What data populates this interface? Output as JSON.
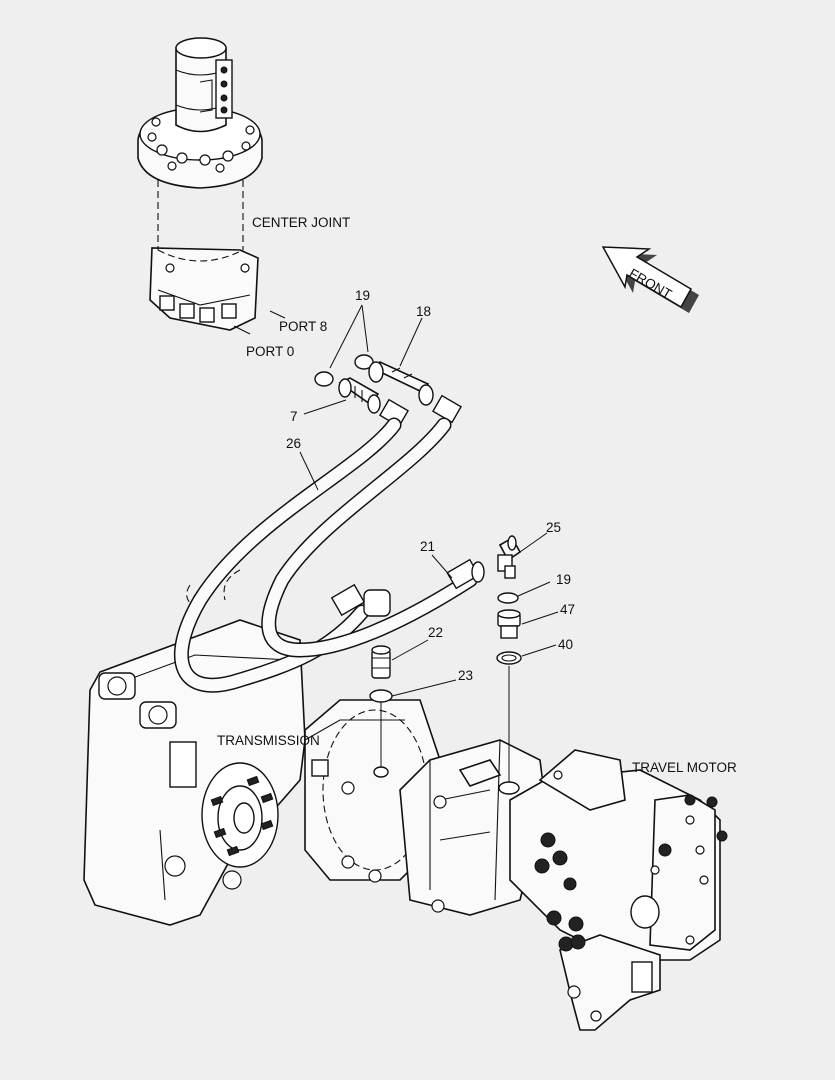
{
  "labels": {
    "center_joint": "CENTER JOINT",
    "front": "FRONT",
    "port8": "PORT 8",
    "port0": "PORT 0",
    "transmission": "TRANSMISSION",
    "travel_motor": "TRAVEL MOTOR"
  },
  "callouts": {
    "c19a": "19",
    "c18": "18",
    "c7": "7",
    "c26": "26",
    "c25": "25",
    "c21": "21",
    "c19b": "19",
    "c47": "47",
    "c22": "22",
    "c40": "40",
    "c23": "23"
  }
}
